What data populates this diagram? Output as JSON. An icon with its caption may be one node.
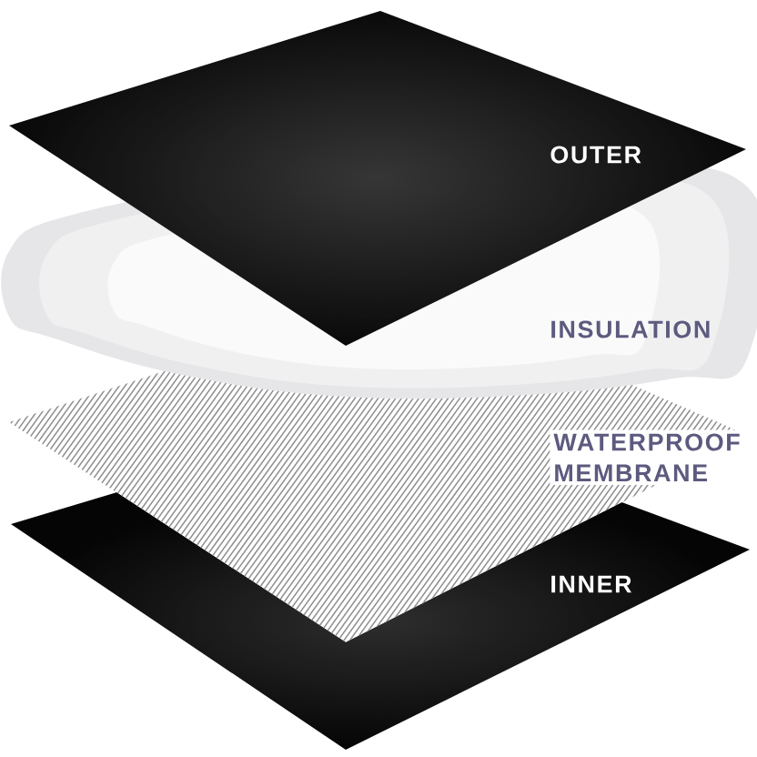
{
  "diagram": {
    "nodes": [
      {
        "text": [
          "OUTER"
        ]
      },
      {
        "text": [
          "INSULATION"
        ]
      },
      {
        "text": [
          "WATERPROOF MEMBRANE"
        ]
      },
      {
        "text": [
          "INNER"
        ]
      }
    ]
  }
}
